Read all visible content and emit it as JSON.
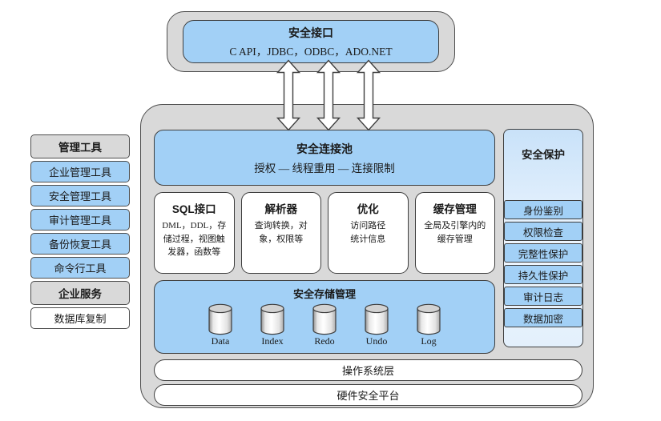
{
  "interface_box": {
    "title": "安全接口",
    "apis": "C API，JDBC，ODBC，ADO.NET"
  },
  "left_panel": {
    "tools_header": "管理工具",
    "tools": [
      "企业管理工具",
      "安全管理工具",
      "审计管理工具",
      "备份恢复工具",
      "命令行工具"
    ],
    "services_header": "企业服务",
    "replication": "数据库复制"
  },
  "connection_pool": {
    "title": "安全连接池",
    "subtitle": "授权 — 线程重用 — 连接限制"
  },
  "engine_modules": [
    {
      "title": "SQL接口",
      "body": "DML，DDL，存\n储过程，视图触\n发器，函数等"
    },
    {
      "title": "解析器",
      "body": "查询转换，对\n象，权限等"
    },
    {
      "title": "优化",
      "body": "访问路径\n统计信息"
    },
    {
      "title": "缓存管理",
      "body": "全局及引擎内的\n缓存管理"
    }
  ],
  "storage": {
    "title": "安全存储管理",
    "volumes": [
      "Data",
      "Index",
      "Redo",
      "Undo",
      "Log"
    ]
  },
  "protection": {
    "title": "安全保护",
    "items": [
      "身份鉴别",
      "权限检查",
      "完整性保护",
      "持久性保护",
      "审计日志",
      "数据加密"
    ]
  },
  "platform_layers": [
    "操作系统层",
    "硬件安全平台"
  ],
  "colors": {
    "box_blue": "#a2d0f6",
    "panel_gray": "#d9d9d9",
    "border_dark": "#3e3e3e",
    "protection_gradient_top": "#c9e2f9",
    "protection_gradient_bottom": "#eef6fe",
    "white": "#ffffff"
  }
}
